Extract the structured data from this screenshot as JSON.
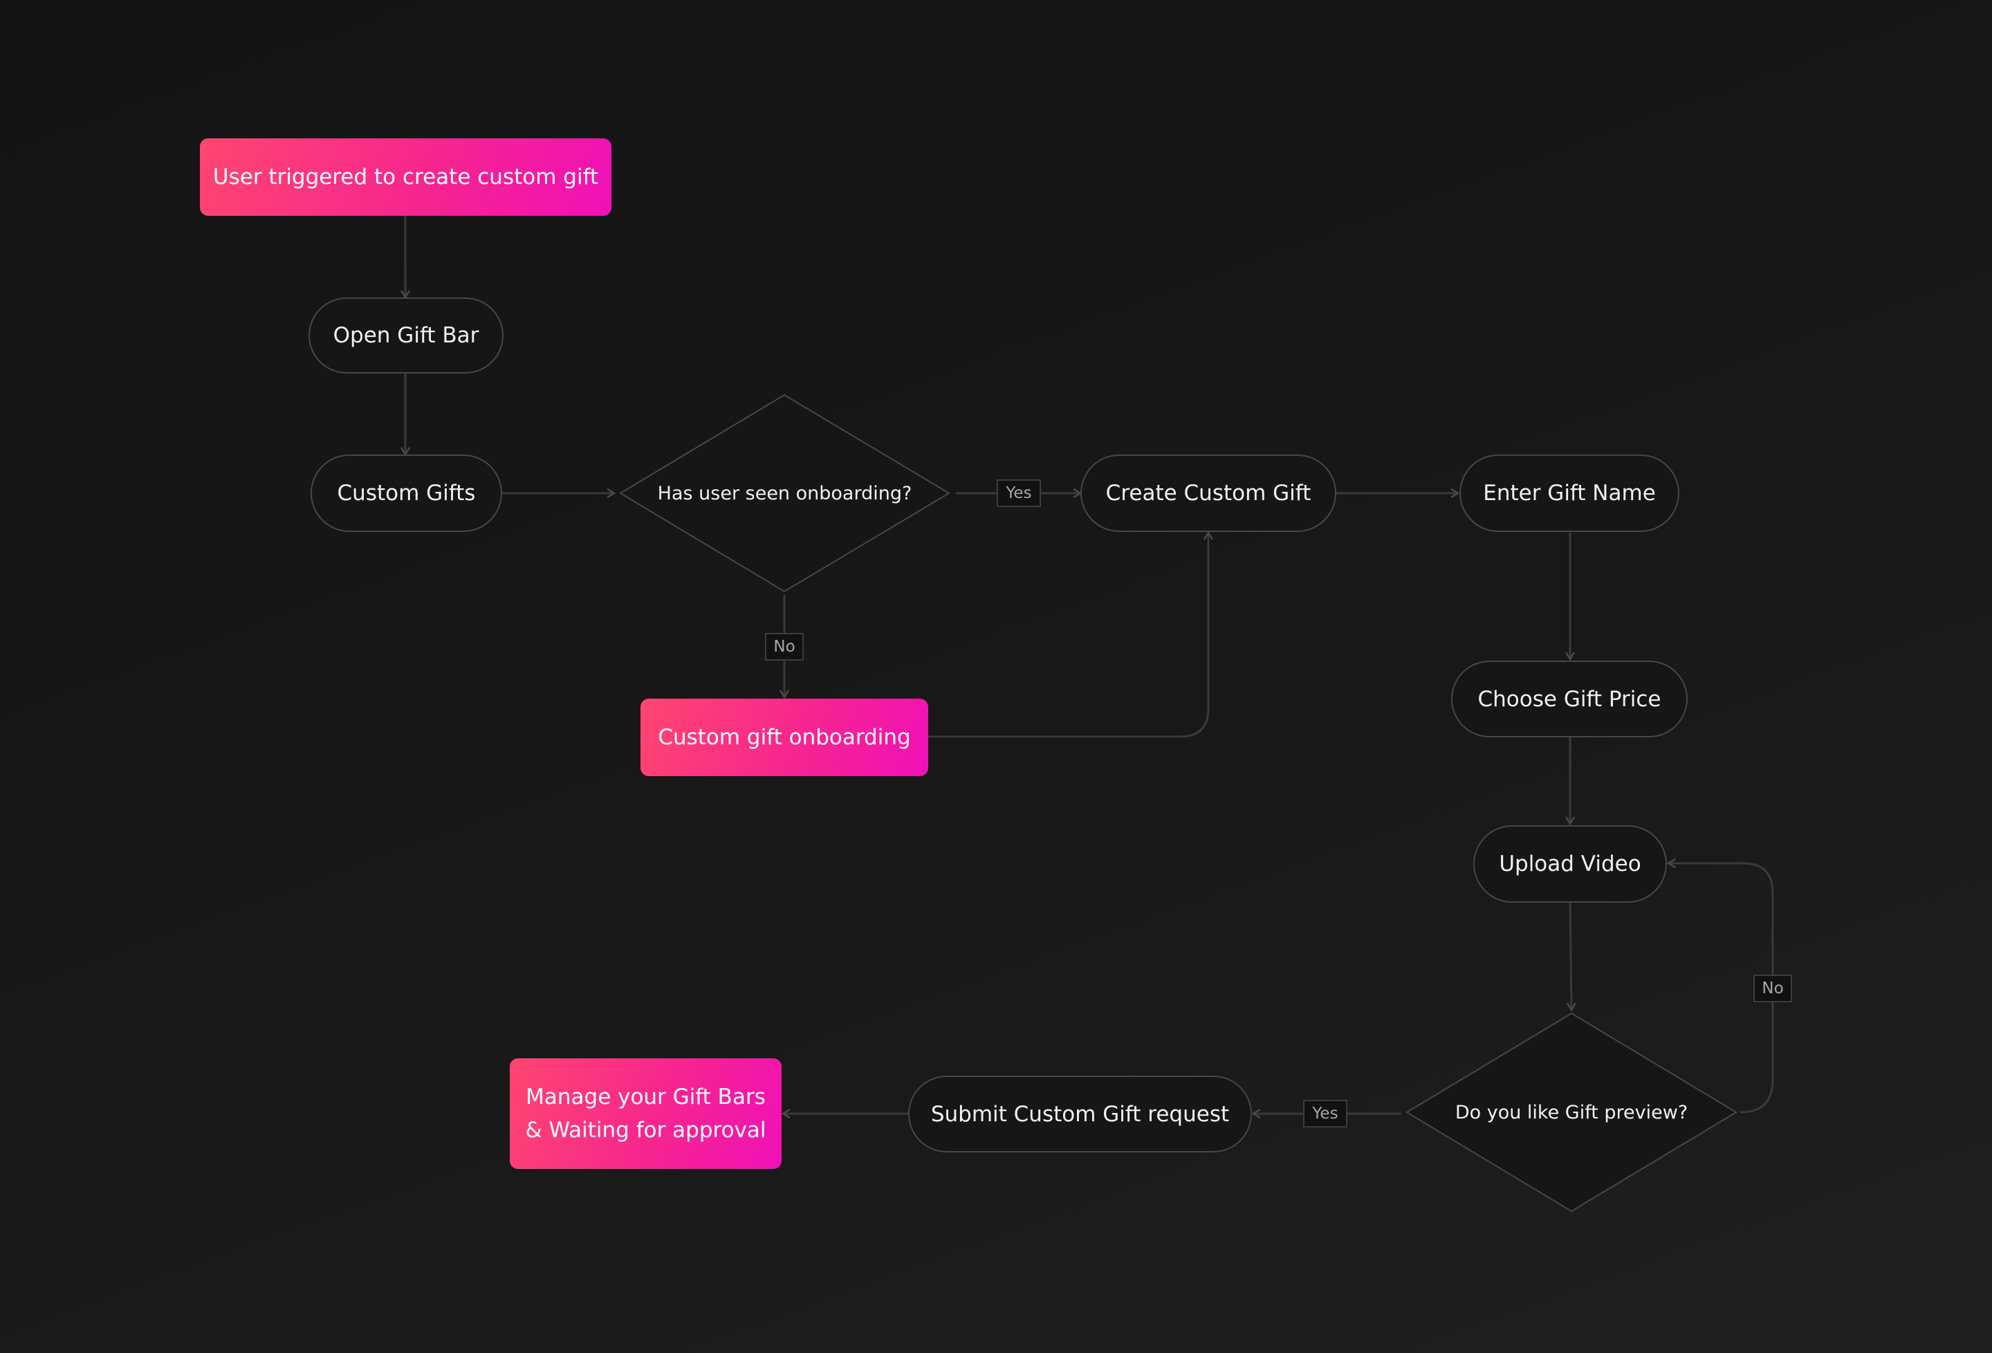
{
  "nodes": {
    "start": "User triggered to create custom gift",
    "open_gift_bar": "Open Gift Bar",
    "custom_gifts": "Custom Gifts",
    "decision_onboarding": "Has user seen onboarding?",
    "create_custom_gift": "Create Custom Gift",
    "enter_gift_name": "Enter Gift Name",
    "custom_gift_onboarding": "Custom gift onboarding",
    "choose_gift_price": "Choose Gift Price",
    "upload_video": "Upload Video",
    "decision_preview": "Do you like Gift preview?",
    "submit_request": "Submit Custom Gift request",
    "manage_gift_bars": "Manage your Gift Bars\n& Waiting for approval"
  },
  "edge_labels": {
    "onboarding_yes": "Yes",
    "onboarding_no": "No",
    "preview_yes": "Yes",
    "preview_no": "No"
  },
  "colors": {
    "accent_start": "#ff4670",
    "accent_end": "#f010b8",
    "node_border": "#474747",
    "connector": "#3a3a3a",
    "background": "#161616"
  }
}
